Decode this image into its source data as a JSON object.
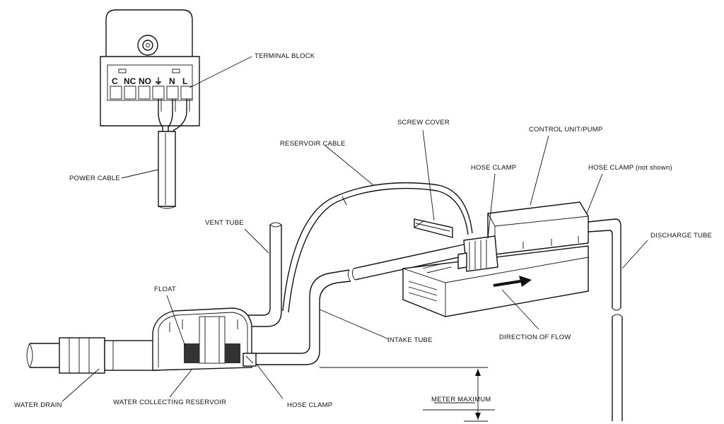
{
  "labels": {
    "terminal_block": "TERMINAL BLOCK",
    "power_cable": "POWER CABLE",
    "reservoir_cable": "RESERVOIR CABLE",
    "screw_cover": "SCREW COVER",
    "control_unit_pump": "CONTROL UNIT/PUMP",
    "hose_clamp_top": "HOSE CLAMP",
    "hose_clamp_not_shown": "HOSE CLAMP (not shown)",
    "vent_tube": "VENT TUBE",
    "discharge_tube": "DISCHARGE TUBE",
    "float": "FLOAT",
    "intake_tube": "INTAKE TUBE",
    "direction_of_flow": "DIRECTION OF FLOW",
    "water_drain": "WATER DRAIN",
    "water_collecting_reservoir": "WATER COLLECTING RESERVOIR",
    "hose_clamp_bottom": "HOSE CLAMP",
    "meter_maximum": "METER MAXIMUM"
  },
  "terminals": [
    "C",
    "NC",
    "NO",
    "⏚",
    "N",
    "L"
  ],
  "colors": {
    "line": "#111111",
    "background": "#ffffff"
  }
}
